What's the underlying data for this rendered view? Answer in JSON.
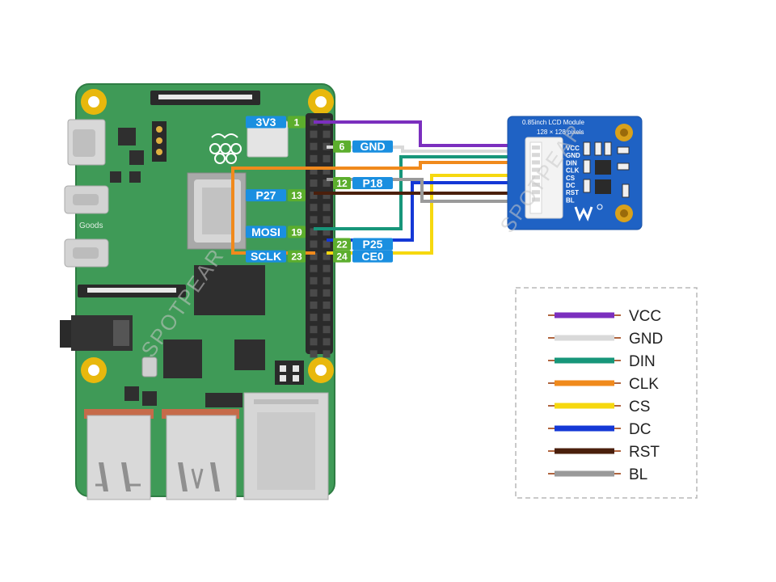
{
  "pins": [
    {
      "label": "3V3",
      "number": "1",
      "side": "left"
    },
    {
      "label": "GND",
      "number": "6",
      "side": "right"
    },
    {
      "label": "P18",
      "number": "12",
      "side": "right"
    },
    {
      "label": "P27",
      "number": "13",
      "side": "left"
    },
    {
      "label": "MOSI",
      "number": "19",
      "side": "left"
    },
    {
      "label": "P25",
      "number": "22",
      "side": "right"
    },
    {
      "label": "SCLK",
      "number": "23",
      "side": "left"
    },
    {
      "label": "CE0",
      "number": "24",
      "side": "right"
    }
  ],
  "board": {
    "silkscreen": "Goods"
  },
  "lcd_module": {
    "title": "0.85inch LCD Module",
    "resolution": "128 × 128 pixels",
    "pin_labels": [
      "VCC",
      "GND",
      "DIN",
      "CLK",
      "CS",
      "DC",
      "RST",
      "BL"
    ]
  },
  "legend": [
    {
      "label": "VCC",
      "color": "#7b2fbe"
    },
    {
      "label": "GND",
      "color": "#d9d9d9"
    },
    {
      "label": "DIN",
      "color": "#17967a"
    },
    {
      "label": "CLK",
      "color": "#f08a1c"
    },
    {
      "label": "CS",
      "color": "#f6d80f"
    },
    {
      "label": "DC",
      "color": "#1438d6"
    },
    {
      "label": "RST",
      "color": "#4a1f0c"
    },
    {
      "label": "BL",
      "color": "#9a9a9a"
    }
  ],
  "watermark": "SPOTPEAR",
  "colors": {
    "board_green": "#3f9a57",
    "pin_label_bg": "#1a8fe0",
    "pin_number_bg": "#5cae2d",
    "lcd_board": "#1f62c4"
  }
}
